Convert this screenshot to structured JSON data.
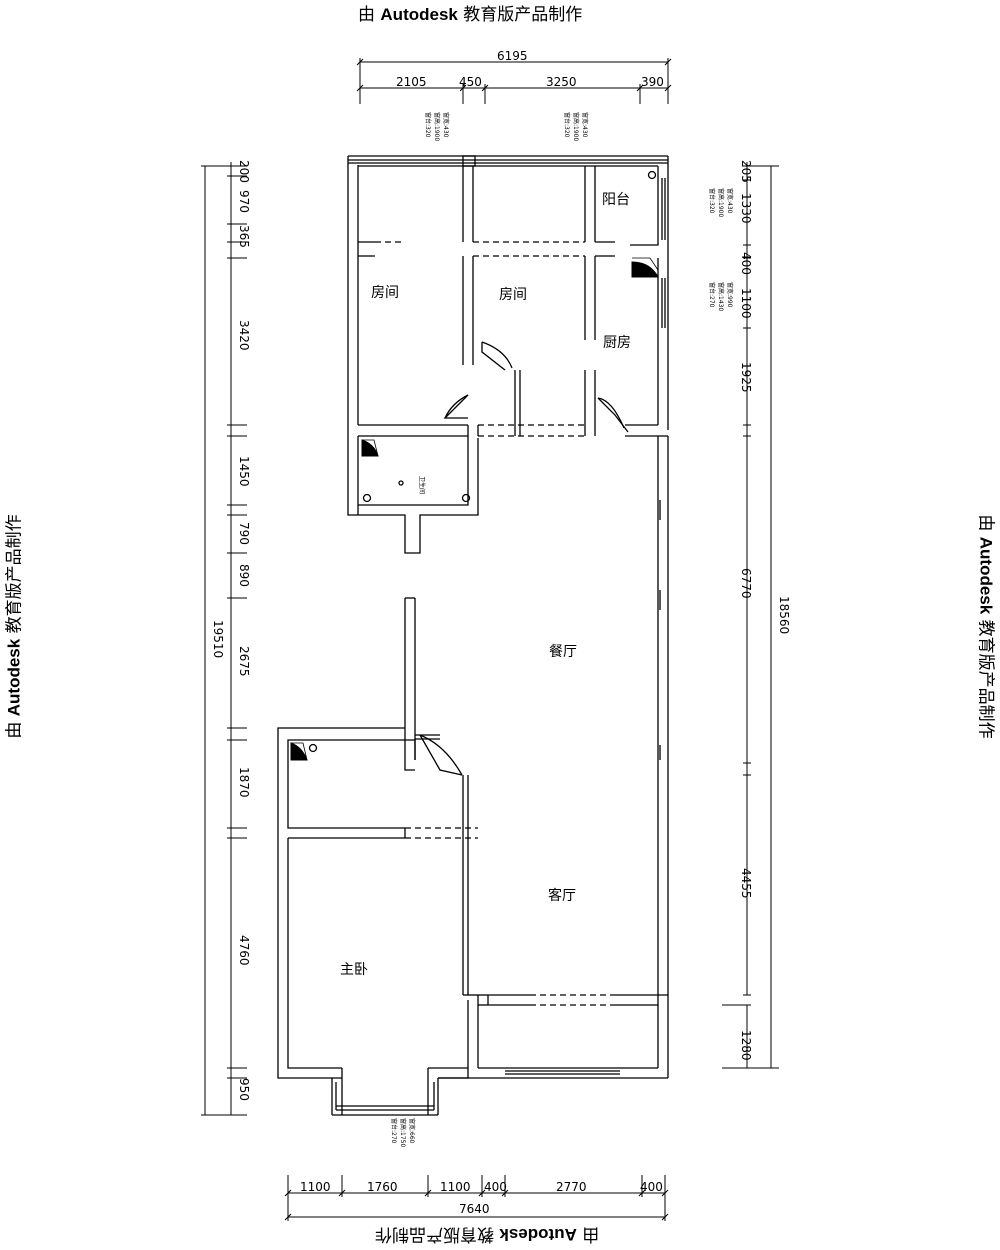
{
  "watermark": {
    "prefix": "由",
    "brand": "Autodesk",
    "suffix": "教育版产品制作"
  },
  "rooms": {
    "balcony": "阳台",
    "room1": "房间",
    "room2": "房间",
    "kitchen": "厨房",
    "dining": "餐厅",
    "living": "客厅",
    "master": "主卧"
  },
  "dims_top": {
    "total": "6195",
    "seg1": "2105",
    "seg2": "450",
    "seg3": "3250",
    "seg4": "390"
  },
  "dims_bottom": {
    "total": "7640",
    "seg1": "1100",
    "seg2": "1760",
    "seg3": "1100",
    "seg4": "400",
    "seg5": "2770",
    "seg6": "400"
  },
  "dims_left": {
    "total": "19510",
    "segs": [
      "200",
      "970",
      "365",
      "3420",
      "1450",
      "790",
      "890",
      "2675",
      "1870",
      "4760",
      "950"
    ]
  },
  "dims_right": {
    "total": "18560",
    "segs": [
      "205",
      "1330",
      "400",
      "1100",
      "1925",
      "6770",
      "4455",
      "1280"
    ]
  },
  "window_notes": {
    "w_top_left": [
      "窗台:320",
      "窗高:1900",
      "窗宽:430"
    ],
    "w_top_mid": [
      "窗台:320",
      "窗高:1900",
      "窗宽:430"
    ],
    "w_right_top": [
      "窗台:320",
      "窗高:1900",
      "窗宽:430"
    ],
    "w_right_mid": [
      "窗台:270",
      "窗高:1430",
      "窗宽:990"
    ],
    "w_bottom": [
      "窗台:270",
      "窗高:1750",
      "窗宽:660"
    ]
  },
  "wc_label": "卫生间"
}
